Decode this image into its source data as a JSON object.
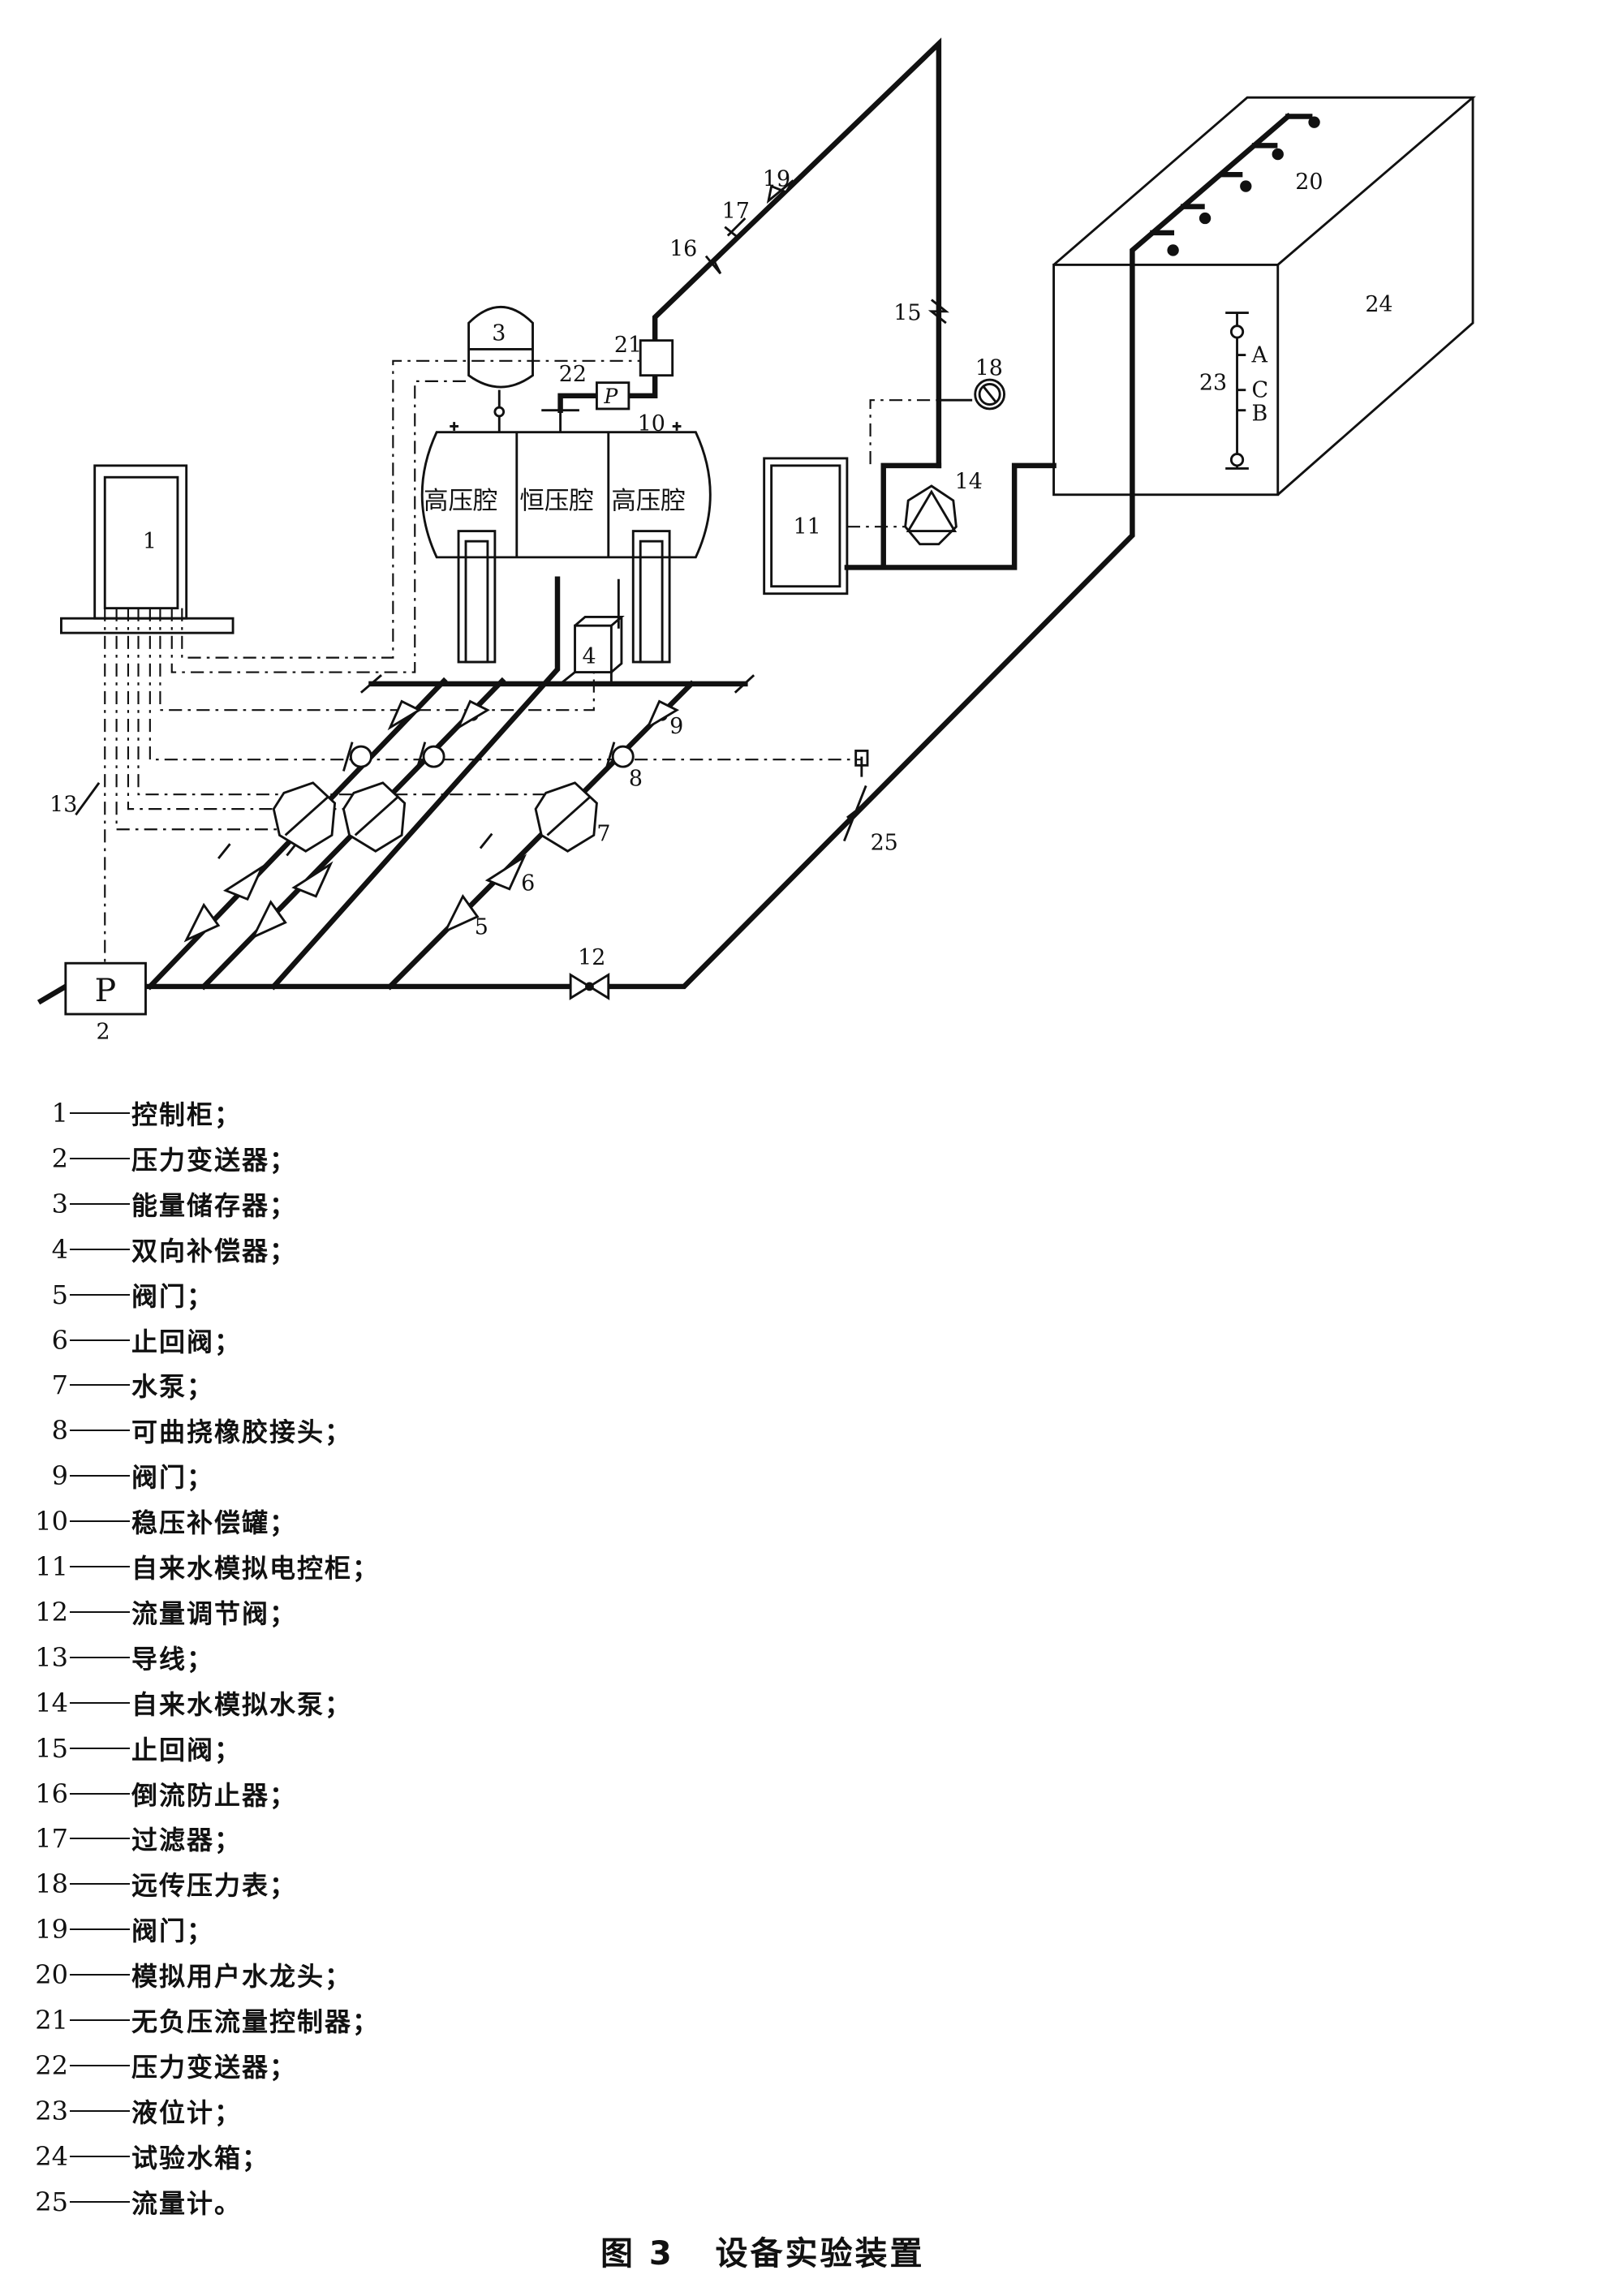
{
  "diagram": {
    "callouts": [
      "1",
      "2",
      "3",
      "4",
      "5",
      "6",
      "7",
      "8",
      "9",
      "10",
      "11",
      "12",
      "13",
      "14",
      "15",
      "16",
      "17",
      "18",
      "19",
      "20",
      "21",
      "22",
      "23",
      "24",
      "25"
    ],
    "pressure_box_2": "P",
    "pressure_box_22": "P",
    "chambers": [
      "高压腔",
      "恒压腔",
      "高压腔"
    ],
    "level_marks": [
      "A",
      "C",
      "B"
    ]
  },
  "legend": [
    {
      "num": "1",
      "desc": "控制柜；"
    },
    {
      "num": "2",
      "desc": "压力变送器；"
    },
    {
      "num": "3",
      "desc": "能量储存器；"
    },
    {
      "num": "4",
      "desc": "双向补偿器；"
    },
    {
      "num": "5",
      "desc": "阀门；"
    },
    {
      "num": "6",
      "desc": "止回阀；"
    },
    {
      "num": "7",
      "desc": "水泵；"
    },
    {
      "num": "8",
      "desc": "可曲挠橡胶接头；"
    },
    {
      "num": "9",
      "desc": "阀门；"
    },
    {
      "num": "10",
      "desc": "稳压补偿罐；"
    },
    {
      "num": "11",
      "desc": "自来水模拟电控柜；"
    },
    {
      "num": "12",
      "desc": "流量调节阀；"
    },
    {
      "num": "13",
      "desc": "导线；"
    },
    {
      "num": "14",
      "desc": "自来水模拟水泵；"
    },
    {
      "num": "15",
      "desc": "止回阀；"
    },
    {
      "num": "16",
      "desc": "倒流防止器；"
    },
    {
      "num": "17",
      "desc": "过滤器；"
    },
    {
      "num": "18",
      "desc": "远传压力表；"
    },
    {
      "num": "19",
      "desc": "阀门；"
    },
    {
      "num": "20",
      "desc": "模拟用户水龙头；"
    },
    {
      "num": "21",
      "desc": "无负压流量控制器；"
    },
    {
      "num": "22",
      "desc": "压力变送器；"
    },
    {
      "num": "23",
      "desc": "液位计；"
    },
    {
      "num": "24",
      "desc": "试验水箱；"
    },
    {
      "num": "25",
      "desc": "流量计。"
    }
  ],
  "caption": "图 3   设备实验装置"
}
